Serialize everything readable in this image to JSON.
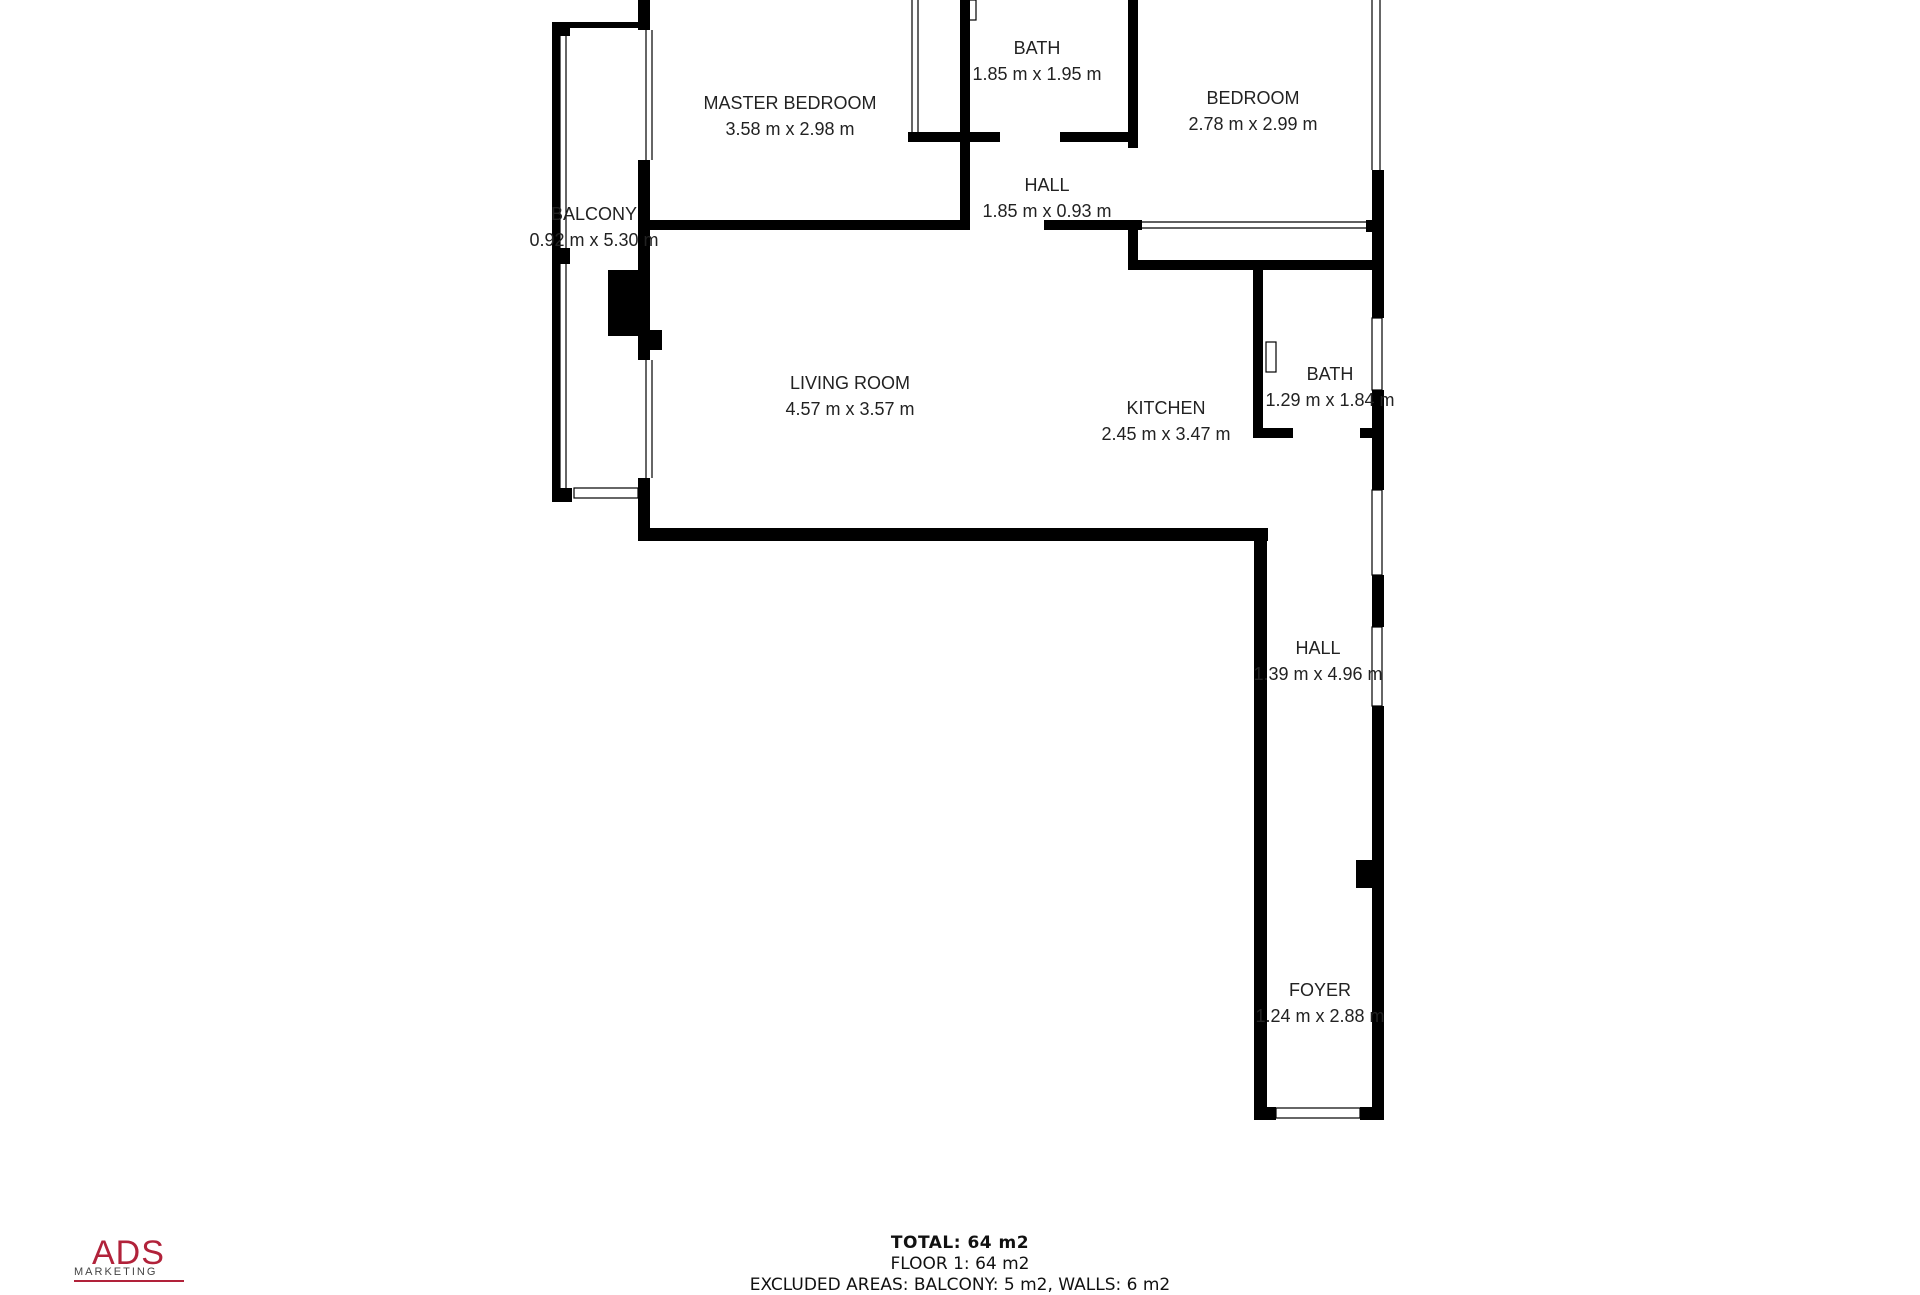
{
  "rooms": [
    {
      "name": "MASTER BEDROOM",
      "size": "3.58 m x 2.98 m"
    },
    {
      "name": "BATH",
      "size": "1.85 m x 1.95 m"
    },
    {
      "name": "BEDROOM",
      "size": "2.78 m x 2.99 m"
    },
    {
      "name": "HALL",
      "size": "1.85 m x 0.93 m"
    },
    {
      "name": "BALCONY",
      "size": "0.92 m x 5.30 m"
    },
    {
      "name": "LIVING ROOM",
      "size": "4.57 m x 3.57 m"
    },
    {
      "name": "KITCHEN",
      "size": "2.45 m x 3.47 m"
    },
    {
      "name": "BATH",
      "size": "1.29 m x 1.84 m"
    },
    {
      "name": "HALL",
      "size": "1.39 m x 4.96 m"
    },
    {
      "name": "FOYER",
      "size": "1.24 m x 2.88 m"
    }
  ],
  "summary": {
    "total": "TOTAL: 64 m2",
    "floor": "FLOOR 1: 64 m2",
    "excluded": "EXCLUDED AREAS: BALCONY: 5 m2, WALLS: 6 m2"
  },
  "logo": {
    "brand": "ADS",
    "sub": "MARKETING"
  },
  "colors": {
    "wall": "#000000",
    "text": "#222222",
    "brand": "#b1223a"
  }
}
